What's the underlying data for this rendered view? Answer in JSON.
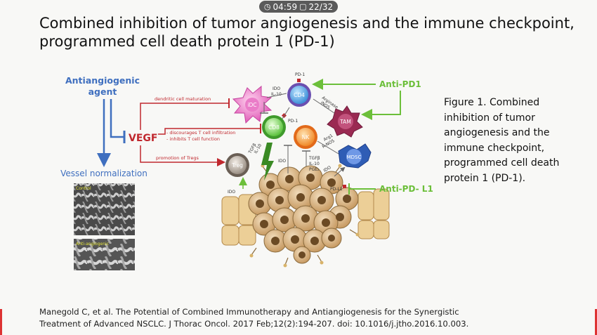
{
  "toolbar": {
    "timer": "04:59",
    "page": "22/32",
    "timer_icon": "clock-icon",
    "page_icon": "slide-page-icon"
  },
  "slide": {
    "title_line1": "Combined inhibition of tumor angiogenesis and the immune checkpoint,",
    "title_line2": "programmed cell death protein 1 (PD-1)",
    "caption": "Figure 1. Combined inhibition of tumor angiogenesis and the immune checkpoint, programmed cell death protein 1 (PD-1).",
    "citation_line1": "Manegold C, et al. The Potential of Combined Immunotherapy and Antiangiogenesis for the Synergistic",
    "citation_line2": "Treatment of Advanced NSCLC. J Thorac Oncol. 2017 Feb;12(2):194-207. doi: 10.1016/j.jtho.2016.10.003."
  },
  "figure": {
    "antiangiogenic_line1": "Antiangiogenic",
    "antiangiogenic_line2": "agent",
    "vegf": "VEGF",
    "vessel_normalization": "Vessel normalization",
    "micrograph_top_label": "Control",
    "micrograph_bottom_label": "Anti-angiogenic",
    "dendritic": "dendritic cell maturation",
    "tcell_infiltration": "- discourages T cell infiltration",
    "tcell_function": "- inhibits T cell function",
    "tregs": "promotion of Tregs",
    "anti_pd1": "Anti-PD1",
    "anti_pdl1": "Anti-PD- L1",
    "cells": {
      "idc": "iDC",
      "cd4": "CD4",
      "cd8": "CD8",
      "nk": "NK",
      "tam": "TAM",
      "mdsc": "MDSC",
      "treg": "Treg"
    },
    "mediators": {
      "ido_il10_1": "IDO",
      "ido_il10_2": "IL-10",
      "pd1_top": "PD-1",
      "pd1_cd8": "PD-1",
      "arginase": "Arginase",
      "inos": "iNOS",
      "tgfb_1": "TGFβ",
      "tgfb_2": "IL-10",
      "ido_mid": "IDO",
      "tgfb_il10_pge_1": "TGFβ",
      "tgfb_il10_pge_2": "IL-10",
      "tgfb_il10_pge_3": "PGE₂",
      "arg1": "Arg1",
      "rnos": "R-NOS",
      "ido_right": "IDO",
      "pdl1": "PD-L1",
      "ido_left": "IDO"
    },
    "colors": {
      "blue": "#3f6fbf",
      "red": "#c0282e",
      "green": "#6cbf3a",
      "tumor": "#d9b98c"
    }
  }
}
